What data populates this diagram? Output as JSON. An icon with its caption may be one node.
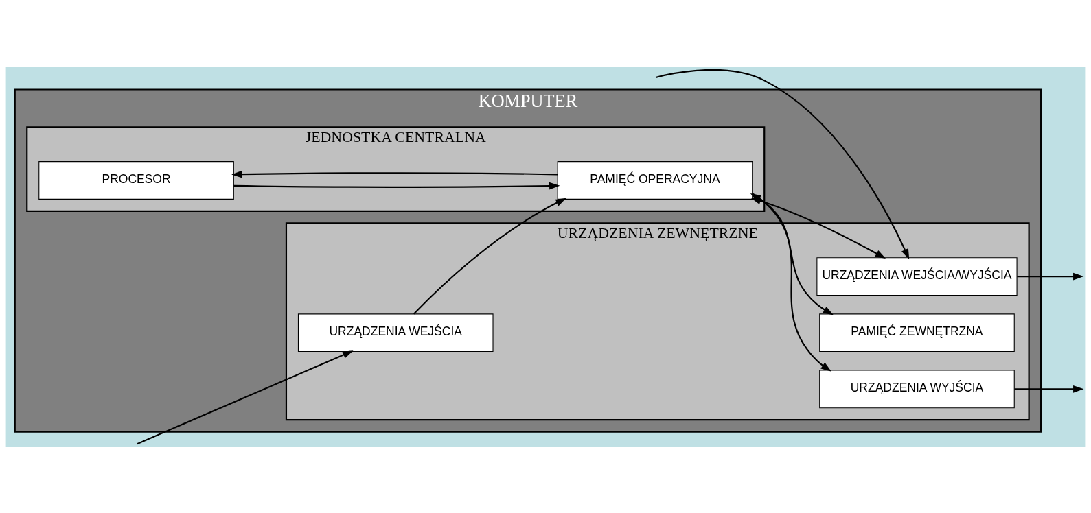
{
  "diagram": {
    "nodes": [
      {
        "text": [
          "KOMPUTER"
        ]
      },
      {
        "text": [
          "JEDNOSTKA CENTRALNA"
        ],
        "in": 0
      },
      {
        "text": [
          "PAMIĘĆ OPERACYJNA"
        ],
        "in": 1
      },
      {
        "text": [
          "PROCESOR"
        ],
        "in": 1
      },
      {
        "text": [
          "URZĄDZENIA ZEWNĘTRZNE"
        ],
        "in": 0
      },
      {
        "text": [
          "PAMIĘĆ ZEWNĘTRZNA"
        ],
        "in": 4
      },
      {
        "text": [
          "URZĄDZENIA WEJŚCIA"
        ],
        "in": 4
      },
      {
        "text": [
          "URZĄDZENIA WEJŚCIA/WYJŚCIA"
        ],
        "in": 4
      },
      {
        "text": [
          "URZĄDZENIA WYJŚCIA"
        ],
        "in": 4
      }
    ],
    "edges": [
      {
        "from": 2,
        "to": 5,
        "arrow": "both"
      },
      {
        "from": 6,
        "to": 2,
        "arrow": "to"
      },
      {
        "from": 2,
        "to": 7,
        "arrow": "both"
      },
      {
        "from": 2,
        "to": 8,
        "arrow": "to"
      },
      {
        "from": 3,
        "to": 2,
        "arrow": "to"
      },
      {
        "from": 2,
        "to": 3,
        "arrow": "to"
      },
      {
        "from": null,
        "to": 6,
        "arrow": "to"
      },
      {
        "from": null,
        "to": 7,
        "arrow": "to"
      },
      {
        "from": 7,
        "to": null,
        "arrow": "to"
      },
      {
        "from": 8,
        "to": null,
        "arrow": "to"
      }
    ]
  }
}
